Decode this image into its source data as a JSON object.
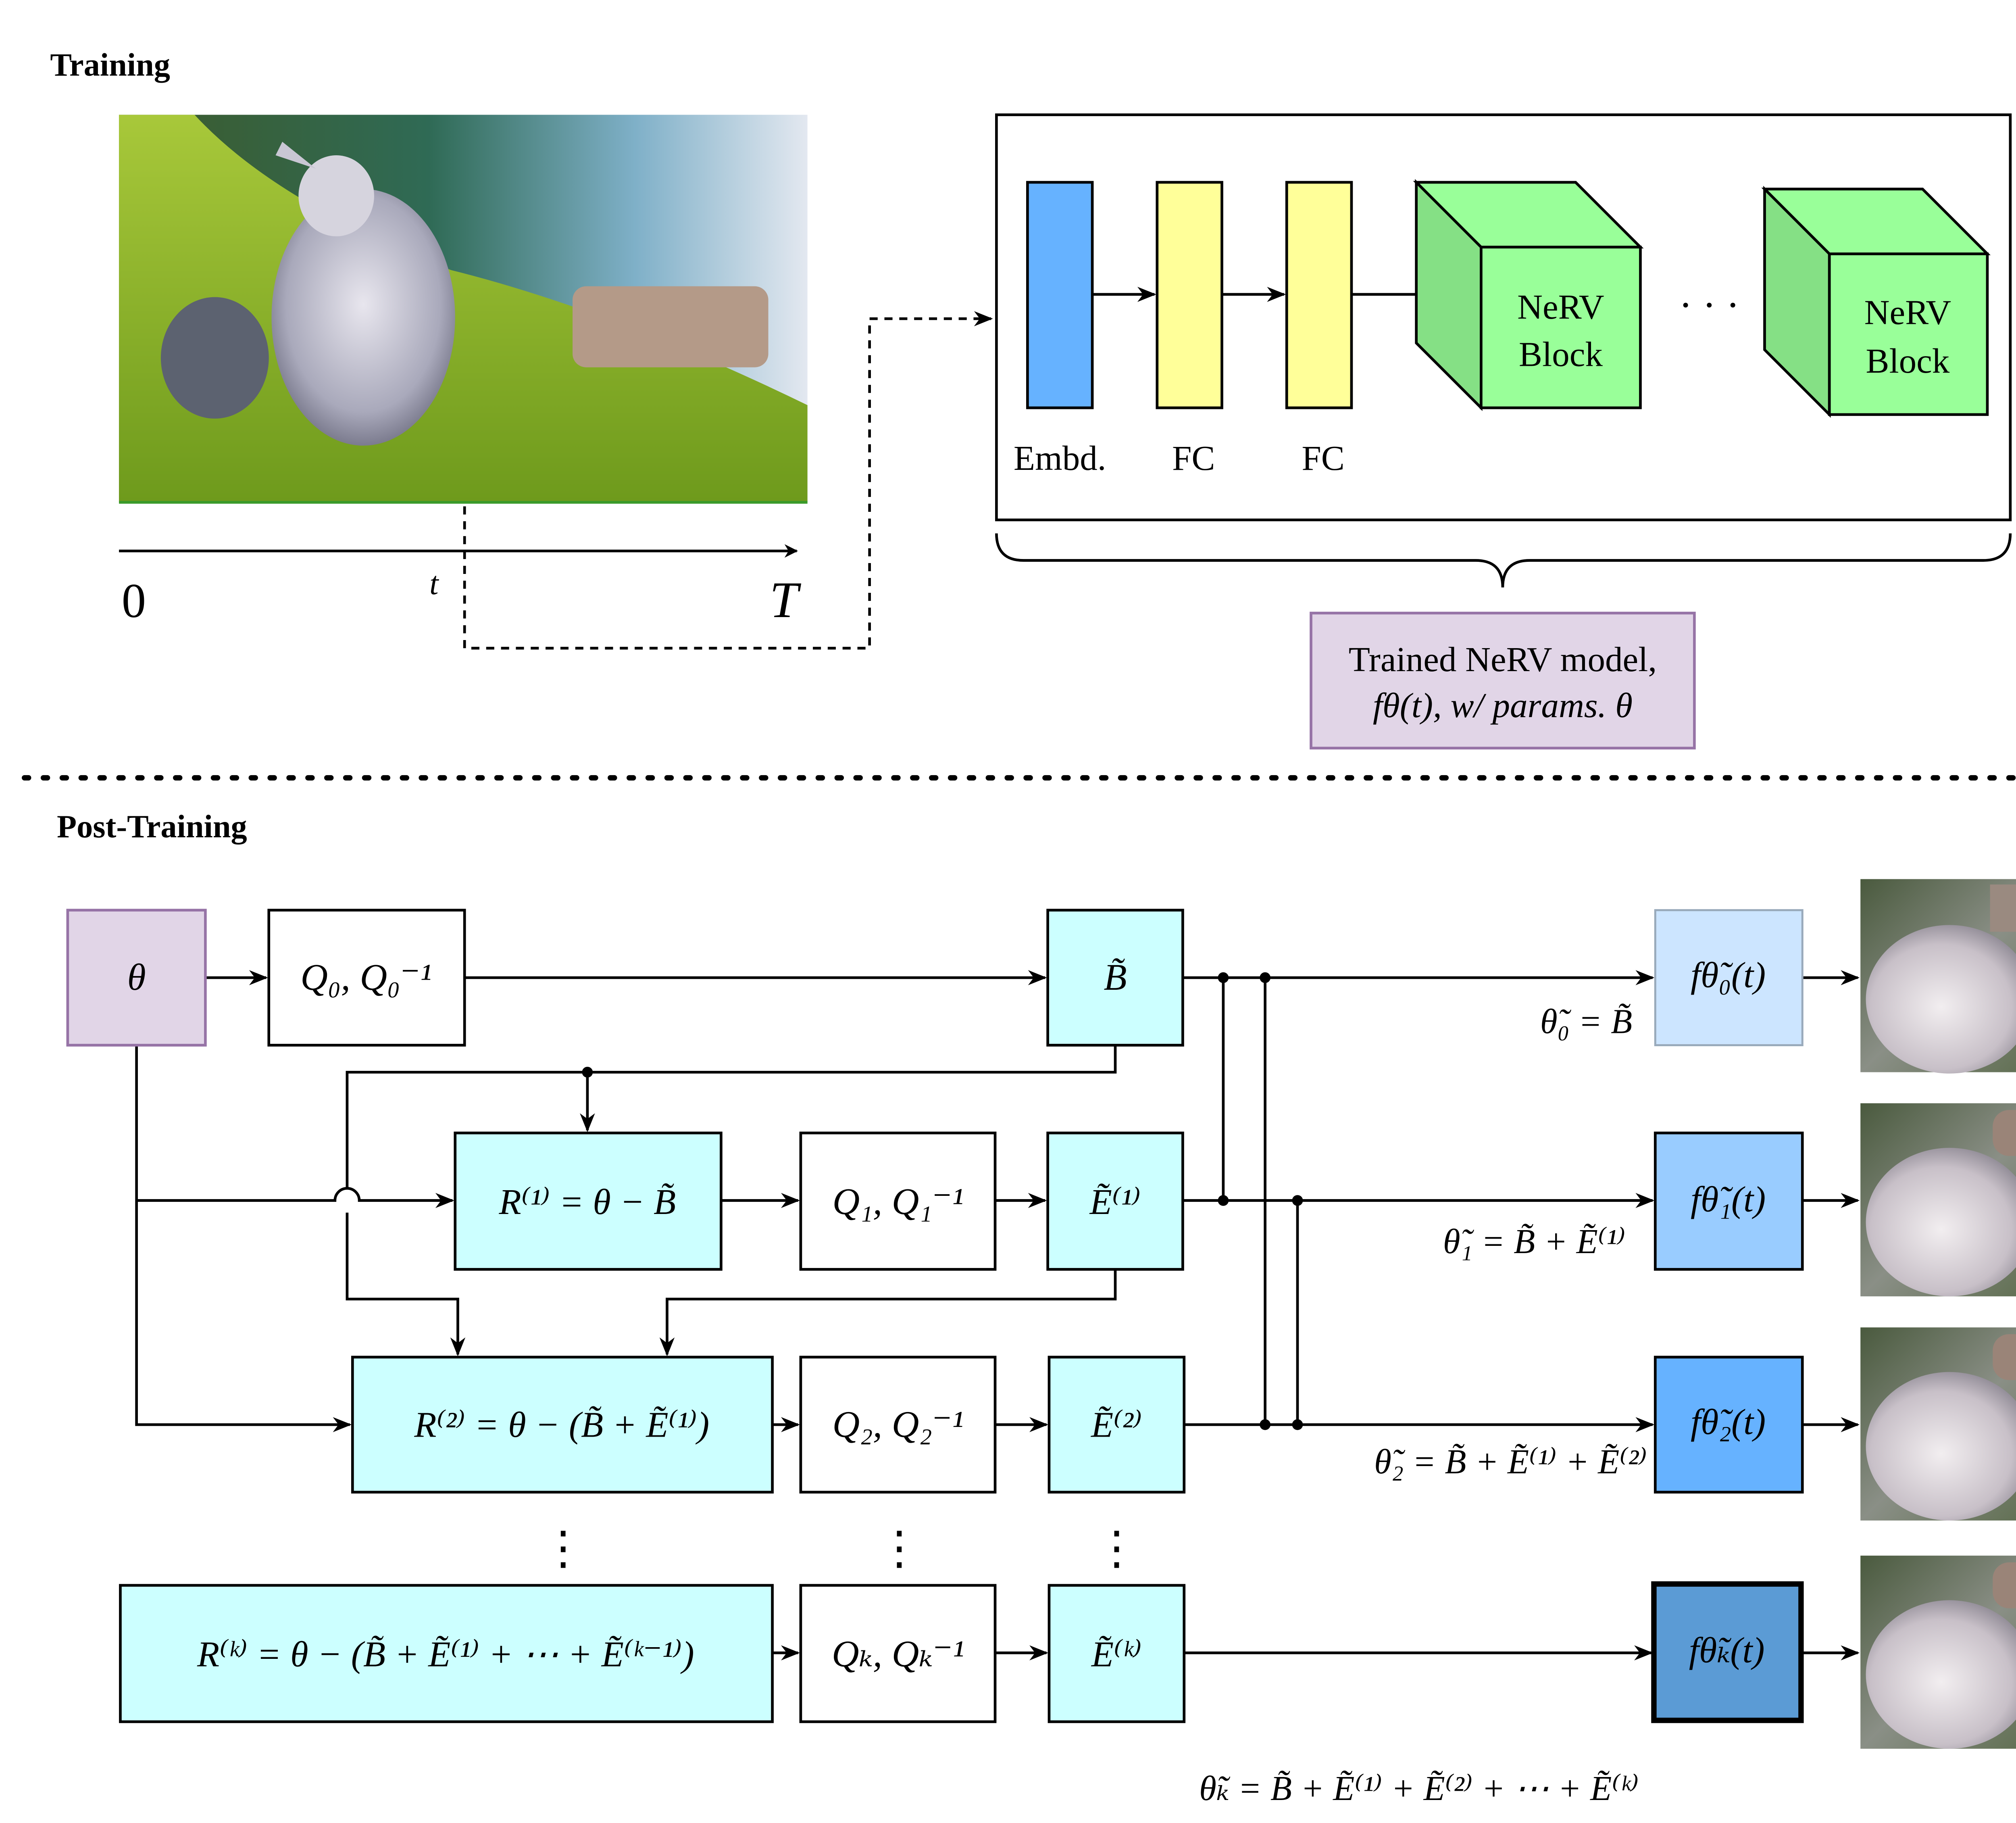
{
  "colors": {
    "cyan_box": "#ccffff",
    "theta_box": "#e1d5e7",
    "theta_border": "#9673a6",
    "embd": "#66b2ff",
    "fc": "#ffff99",
    "nerv_front": "#99ff99",
    "nerv_side": "#85e085",
    "f0": "#cce5ff",
    "f1": "#99ccff",
    "f2": "#66b2ff",
    "fk": "#5b9bd5"
  },
  "training": {
    "heading": "Training",
    "axis": {
      "start": "0",
      "mid": "t",
      "end": "T"
    },
    "model": {
      "embd_label": "Embd.",
      "fc1_label": "FC",
      "fc2_label": "FC",
      "block1": [
        "NeRV",
        "Block"
      ],
      "block2": [
        "NeRV",
        "Block"
      ],
      "ellipsis": "· · ·"
    },
    "trained_box": {
      "line1": "Trained NeRV model,",
      "line2": "fθ(t), w/ params. θ"
    }
  },
  "post_training": {
    "heading": "Post-Training",
    "theta": "θ",
    "rows": [
      {
        "residual": "",
        "quant": "Q₀, Q₀⁻¹",
        "output": "B̃",
        "f": "fθ̃₀(t)",
        "sum": "θ̃₀ = B̃"
      },
      {
        "residual": "R⁽¹⁾ = θ − B̃",
        "quant": "Q₁, Q₁⁻¹",
        "output": "Ẽ⁽¹⁾",
        "f": "fθ̃₁(t)",
        "sum": "θ̃₁ = B̃ + Ẽ⁽¹⁾"
      },
      {
        "residual": "R⁽²⁾ = θ − (B̃ + Ẽ⁽¹⁾)",
        "quant": "Q₂, Q₂⁻¹",
        "output": "Ẽ⁽²⁾",
        "f": "fθ̃₂(t)",
        "sum": "θ̃₂ = B̃ + Ẽ⁽¹⁾ + Ẽ⁽²⁾"
      },
      {
        "residual": "R⁽ᵏ⁾ = θ − (B̃ + Ẽ⁽¹⁾ + ⋯ + Ẽ⁽ᵏ⁻¹⁾)",
        "quant": "Qₖ, Qₖ⁻¹",
        "output": "Ẽ⁽ᵏ⁾",
        "f": "fθ̃ₖ(t)",
        "sum": "θ̃ₖ = B̃ + Ẽ⁽¹⁾ + Ẽ⁽²⁾ + ⋯ + Ẽ⁽ᵏ⁾"
      }
    ],
    "vdots": "⋮"
  }
}
